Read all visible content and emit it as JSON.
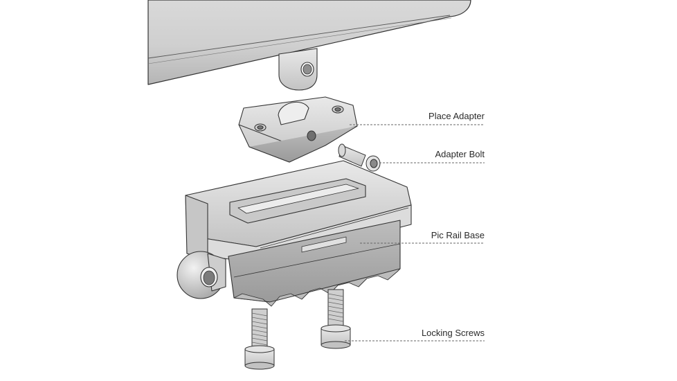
{
  "diagram": {
    "callouts": [
      {
        "id": "place-adapter",
        "label": "Place Adapter"
      },
      {
        "id": "adapter-bolt",
        "label": "Adapter Bolt"
      },
      {
        "id": "pic-rail-base",
        "label": "Pic Rail Base"
      },
      {
        "id": "locking-screws",
        "label": "Locking Screws"
      }
    ]
  },
  "colors": {
    "line": "#333333",
    "part_fill": "#d4d4d4",
    "part_light": "#e6e6e6",
    "part_dark": "#a9a9a9",
    "leader": "#666666"
  }
}
